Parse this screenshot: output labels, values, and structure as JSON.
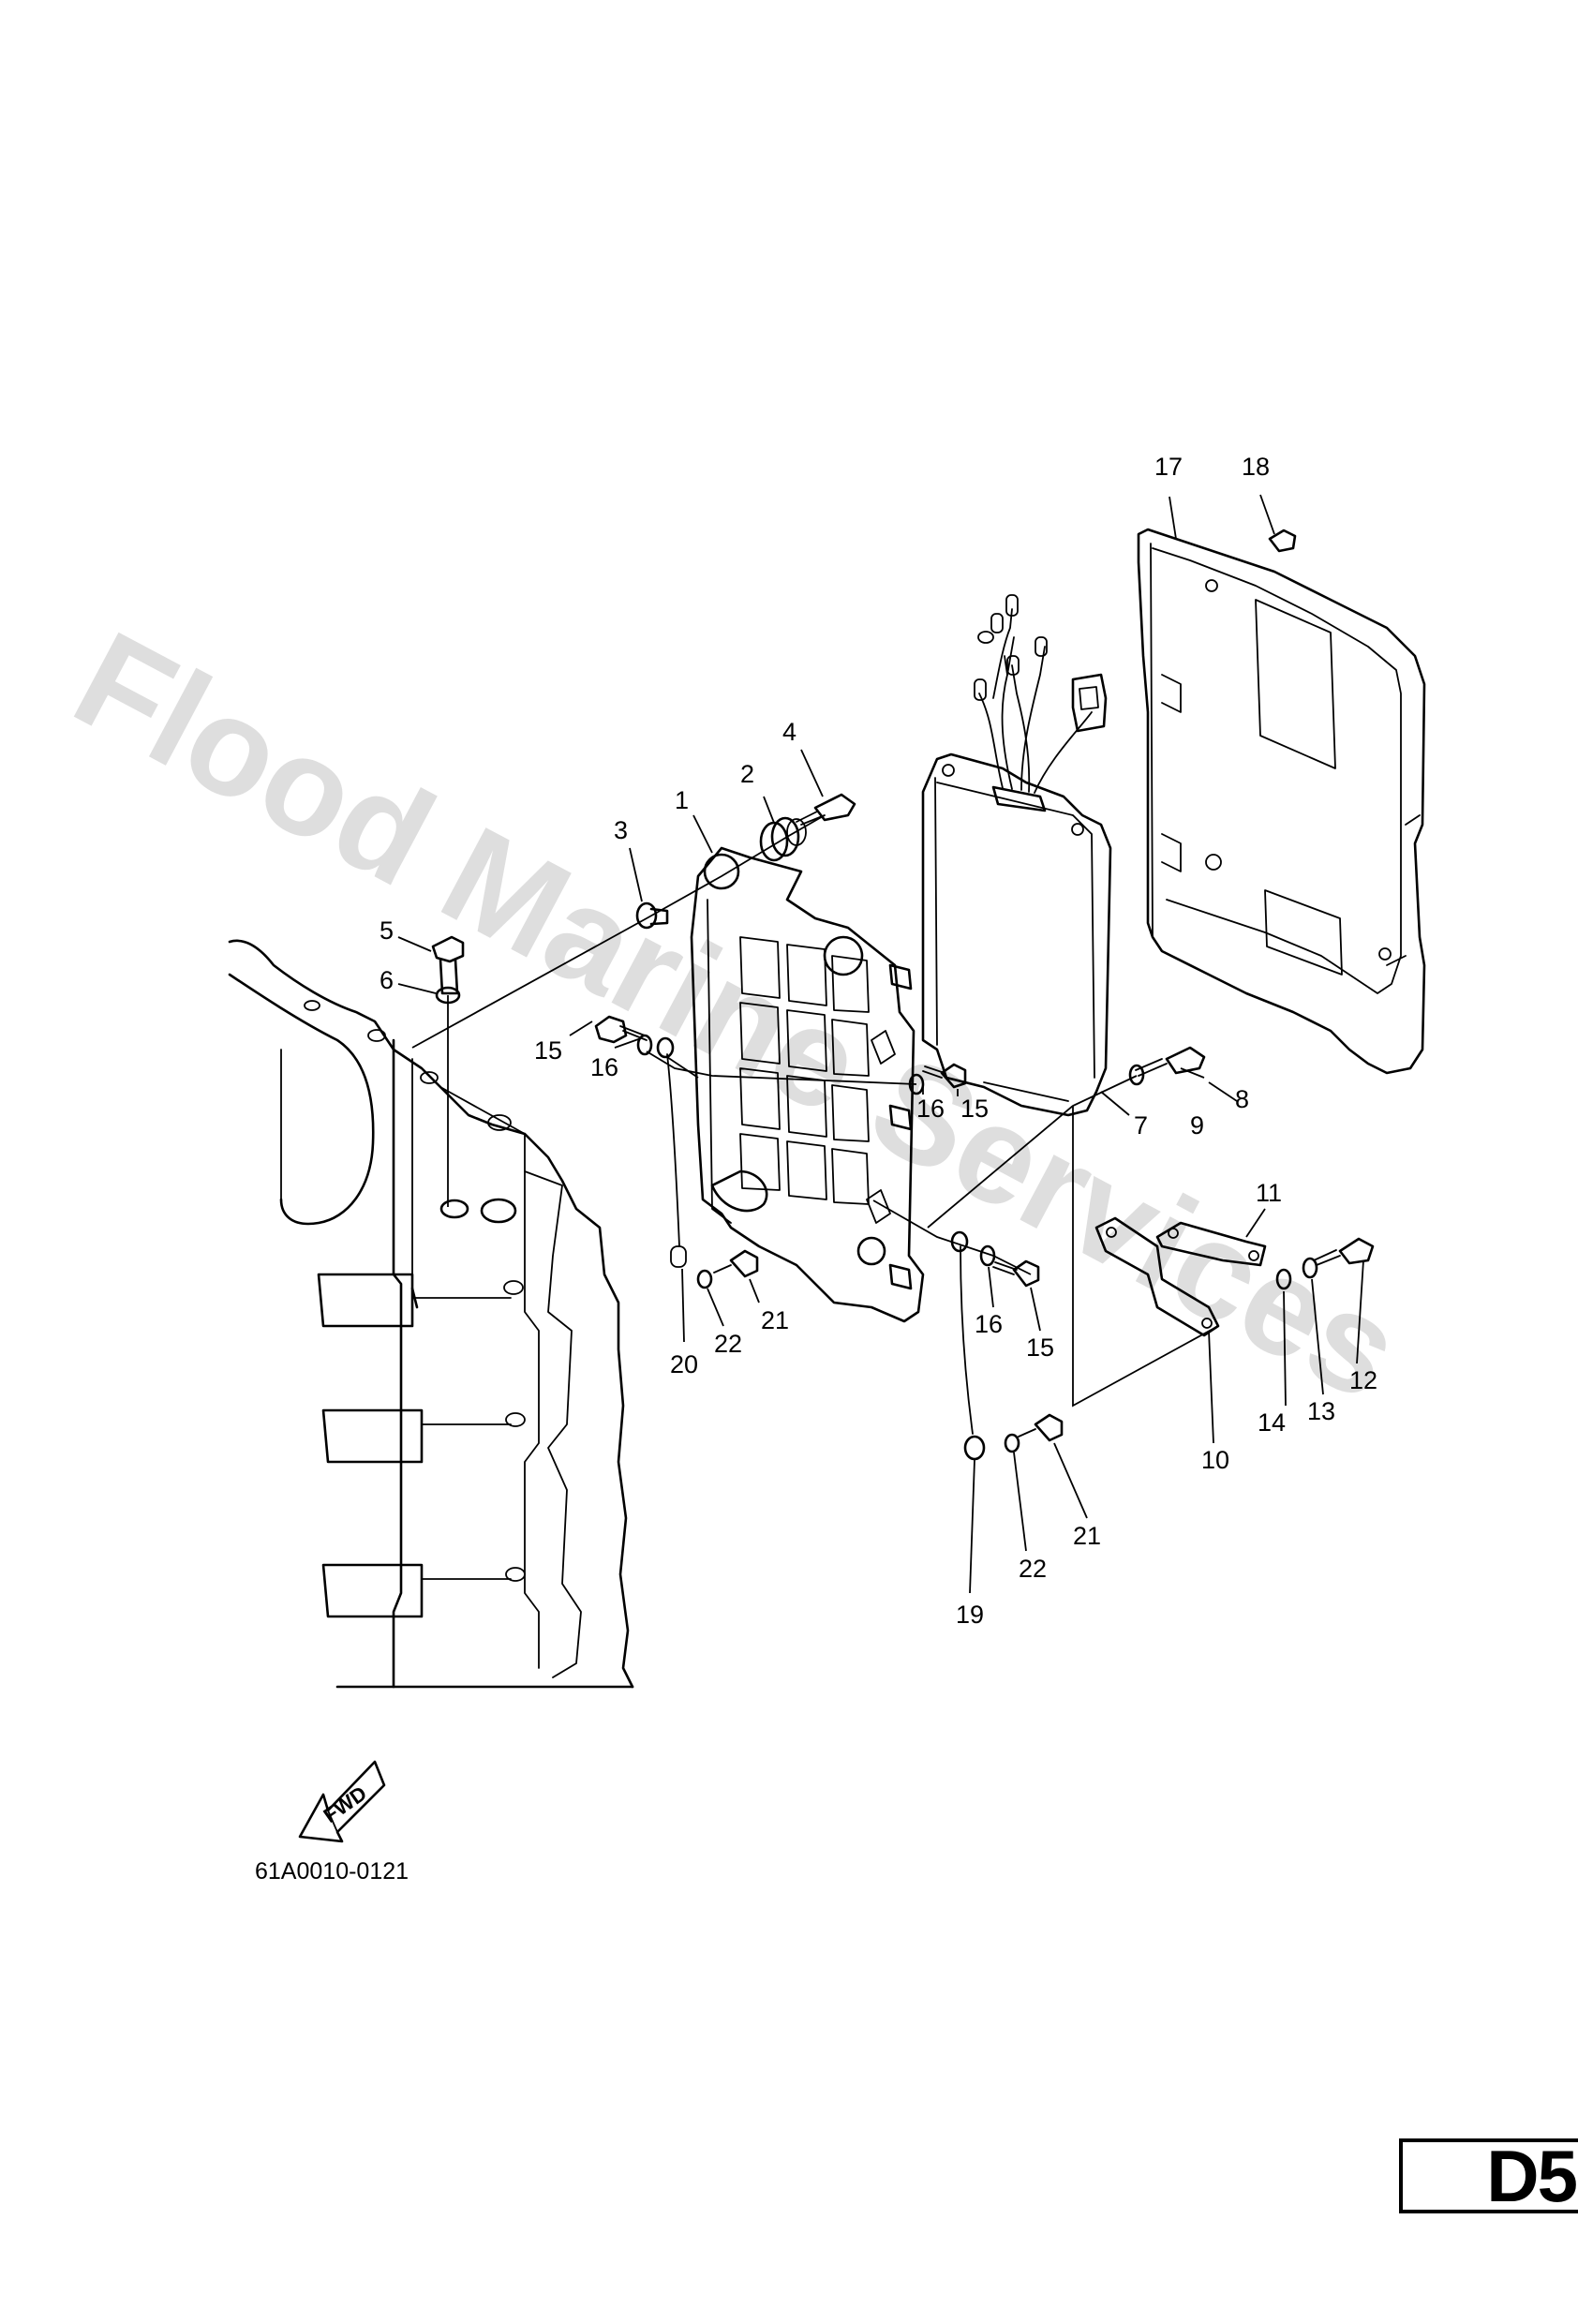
{
  "watermark": "Flood Marine Services",
  "fwd_label": "FWD",
  "diagram_code": "61A0010-0121",
  "page_code": "D5",
  "callouts": [
    {
      "id": "c1",
      "label": "1"
    },
    {
      "id": "c2",
      "label": "2"
    },
    {
      "id": "c3",
      "label": "3"
    },
    {
      "id": "c4",
      "label": "4"
    },
    {
      "id": "c5",
      "label": "5"
    },
    {
      "id": "c6",
      "label": "6"
    },
    {
      "id": "c7",
      "label": "7"
    },
    {
      "id": "c8",
      "label": "8"
    },
    {
      "id": "c9",
      "label": "9"
    },
    {
      "id": "c10",
      "label": "10"
    },
    {
      "id": "c11",
      "label": "11"
    },
    {
      "id": "c12",
      "label": "12"
    },
    {
      "id": "c13",
      "label": "13"
    },
    {
      "id": "c14",
      "label": "14"
    },
    {
      "id": "c15a",
      "label": "15"
    },
    {
      "id": "c15b",
      "label": "15"
    },
    {
      "id": "c15c",
      "label": "15"
    },
    {
      "id": "c16a",
      "label": "16"
    },
    {
      "id": "c16b",
      "label": "16"
    },
    {
      "id": "c16c",
      "label": "16"
    },
    {
      "id": "c17",
      "label": "17"
    },
    {
      "id": "c18",
      "label": "18"
    },
    {
      "id": "c19",
      "label": "19"
    },
    {
      "id": "c20",
      "label": "20"
    },
    {
      "id": "c21a",
      "label": "21"
    },
    {
      "id": "c21b",
      "label": "21"
    },
    {
      "id": "c22a",
      "label": "22"
    },
    {
      "id": "c22b",
      "label": "22"
    }
  ]
}
